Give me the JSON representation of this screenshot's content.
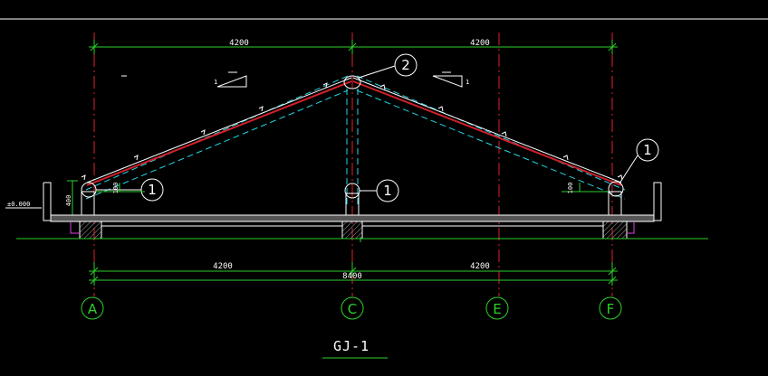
{
  "drawing": {
    "title": "GJ-1",
    "dims_top": [
      "4200",
      "4200"
    ],
    "dims_bottom": [
      "4200",
      "4200"
    ],
    "dim_total": "8400",
    "dim_height": "400",
    "dim_offset_left": "100",
    "dim_offset_right": "100",
    "bubble_peak": "2",
    "bubble_left": "1",
    "bubble_mid": "1",
    "bubble_right": "1",
    "axes": [
      "A",
      "C",
      "E",
      "F"
    ],
    "side_note": "±0.000",
    "slope_mark": "1"
  },
  "colors": {
    "background": "#000000",
    "axis_line": "#e0202a",
    "dimension": "#2bd12b",
    "rafter_dashed": "#24d8e6",
    "rafter_main": "#d0202a",
    "outline": "#ffffff",
    "hatch": "#9a9a9a",
    "accent": "#e040e0"
  }
}
